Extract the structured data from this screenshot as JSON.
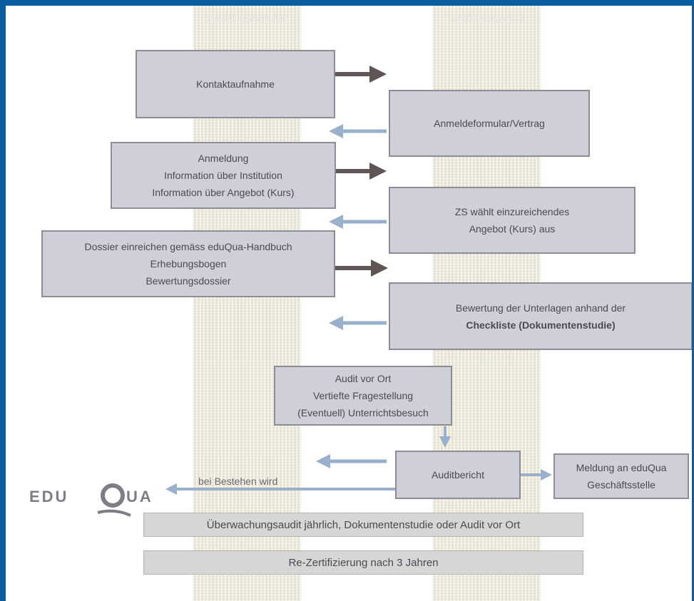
{
  "lanes": {
    "left_title": "Ausbildungsinstitution",
    "right_title": "Zertifizierungsstelle"
  },
  "steps": {
    "kontakt": [
      "Kontaktaufnahme"
    ],
    "anmeldeformular": [
      "Anmeldeformular/Vertrag"
    ],
    "anmeldung": [
      "Anmeldung",
      "Information über Institution",
      "Information über Angebot (Kurs)"
    ],
    "zs_waehlt": [
      "ZS wählt einzureichendes",
      "Angebot (Kurs) aus"
    ],
    "dossier": [
      "Dossier einreichen gemäss eduQua-Handbuch",
      "Erhebungsbogen",
      "Bewertungsdossier"
    ],
    "bewertung": [
      "Bewertung der Unterlagen anhand der",
      "Checkliste (Dokumentenstudie)"
    ],
    "audit": [
      "Audit vor Ort",
      "Vertiefte Fragestellung",
      "(Eventuell) Unterrichtsbesuch"
    ],
    "auditbericht": [
      "Auditbericht"
    ],
    "meldung": [
      "Meldung an eduQua",
      "Geschäftsstelle"
    ],
    "ueberwachung": "Überwachungsaudit jährlich, Dokumentenstudie oder Audit vor Ort",
    "rezert": "Re-Zertifizierung nach 3 Jahren"
  },
  "note": "bei Bestehen wird",
  "logo": {
    "prefix": "EDU",
    "letter": "Q",
    "suffix": "UA"
  },
  "colors": {
    "background": "#0d5e9e",
    "box_fill": "#cfcfd8",
    "box_border": "#8d8d99",
    "arrow_dark": "#5f5654",
    "arrow_light": "#98b0cc",
    "logo_gray": "#7d7d85"
  }
}
